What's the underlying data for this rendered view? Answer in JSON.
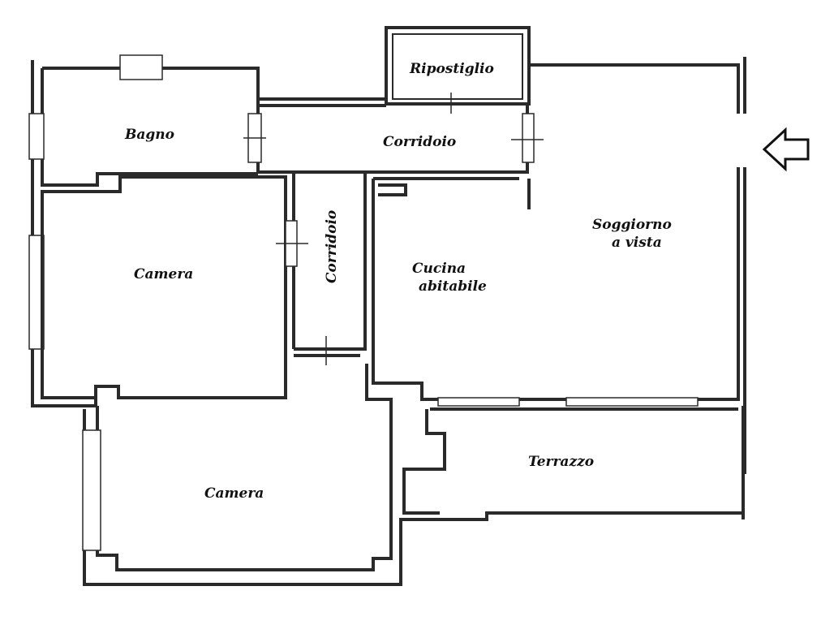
{
  "rooms": {
    "ripostiglio": "Ripostiglio",
    "bagno": "Bagno",
    "corridoio_top": "Corridoio",
    "corridoio_vertical": "Corridoio",
    "soggiorno_line1": "Soggiorno",
    "soggiorno_line2": "a vista",
    "cucina_line1": "Cucina",
    "cucina_line2": "abitabile",
    "camera_top": "Camera",
    "camera_bottom": "Camera",
    "terrazzo": "Terrazzo"
  },
  "entrance_arrow": "arrow-left-icon"
}
